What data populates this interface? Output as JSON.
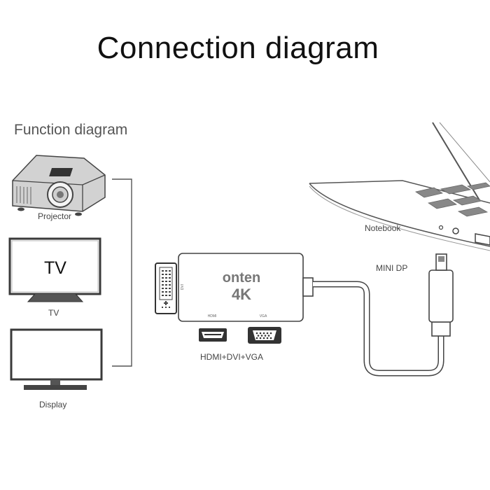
{
  "title": "Connection diagram",
  "subtitle": "Function diagram",
  "devices": {
    "projector_label": "Projector",
    "tv_label": "TV",
    "tv_screen_text": "TV",
    "display_label": "Display",
    "notebook_label": "Notebook"
  },
  "adapter": {
    "brand": "onten",
    "resolution": "4K",
    "dvi_port_label": "DVI",
    "hdmi_port_label": "HDMI",
    "vga_port_label": "VGA",
    "outputs_label": "HDMI+DVI+VGA",
    "input_label": "MINI DP"
  },
  "colors": {
    "line": "#555555",
    "outline": "#444444",
    "projector_body": "#cfcfcf",
    "tv_frame": "#3a3a3a"
  }
}
